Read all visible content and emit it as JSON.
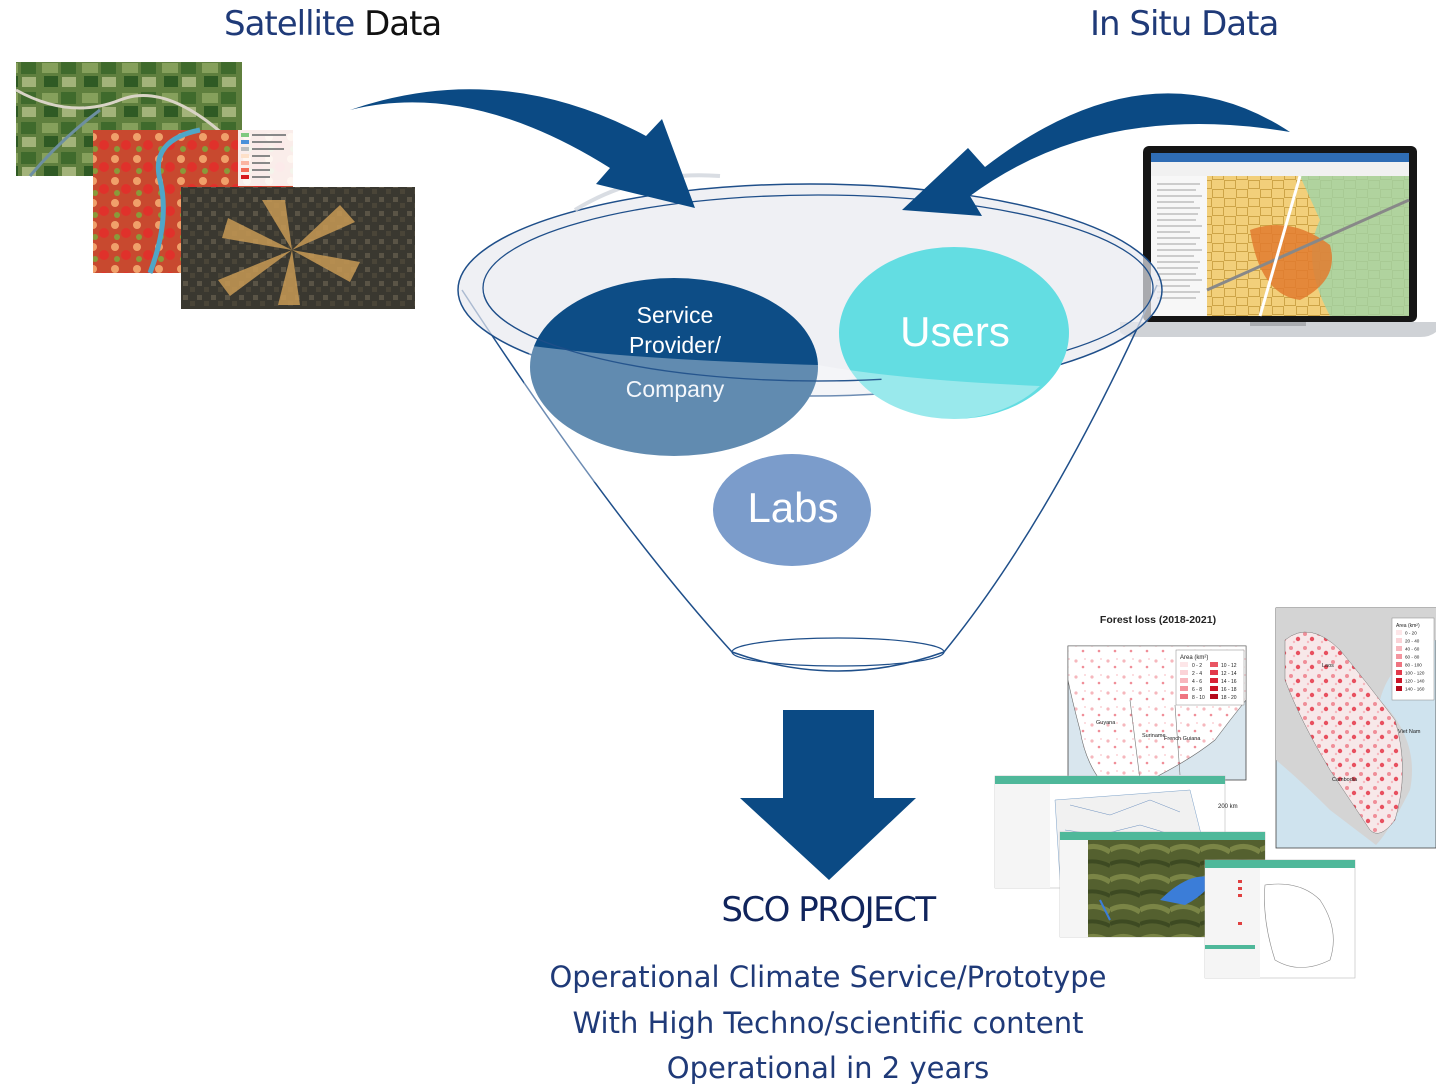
{
  "headings": {
    "satellite_word": "Satellite",
    "satellite_data_word": "Data",
    "insitu": "In Situ Data"
  },
  "funnel": {
    "service_provider_line1": "Service",
    "service_provider_line2": "Provider/",
    "service_provider_line3": "Company",
    "users": "Users",
    "labs": "Labs"
  },
  "output": {
    "title": "SCO PROJECT",
    "line1": "Operational Climate Service/Prototype",
    "line2": "With High Techno/scientific content",
    "line3": "Operational in 2 years"
  },
  "forest_map": {
    "title": "Forest loss (2018-2021)",
    "legend_title": "Area (km²)",
    "legend_left": [
      "0 - 2",
      "2 - 4",
      "4 - 6",
      "6 - 8",
      "8 - 10"
    ],
    "legend_right": [
      "10 - 12",
      "12 - 14",
      "14 - 16",
      "16 - 18",
      "18 - 20"
    ],
    "regions": [
      "Guyana",
      "Suriname",
      "French Guiana"
    ]
  },
  "laos_map": {
    "legend_title": "Area (km²)",
    "legend": [
      "0 - 20",
      "20 - 40",
      "40 - 60",
      "60 - 80",
      "80 - 100",
      "100 - 120",
      "120 - 140",
      "140 - 160"
    ],
    "regions": [
      "Laos",
      "Viet Nam",
      "Cambodia"
    ],
    "scale": "200 km"
  },
  "colors": {
    "navy": "#0b4a84",
    "service_bubble": "#0d4d86",
    "users_bubble": "#63dde2",
    "labs_bubble": "#7b9ccb",
    "text_blue": "#1f3a78"
  }
}
